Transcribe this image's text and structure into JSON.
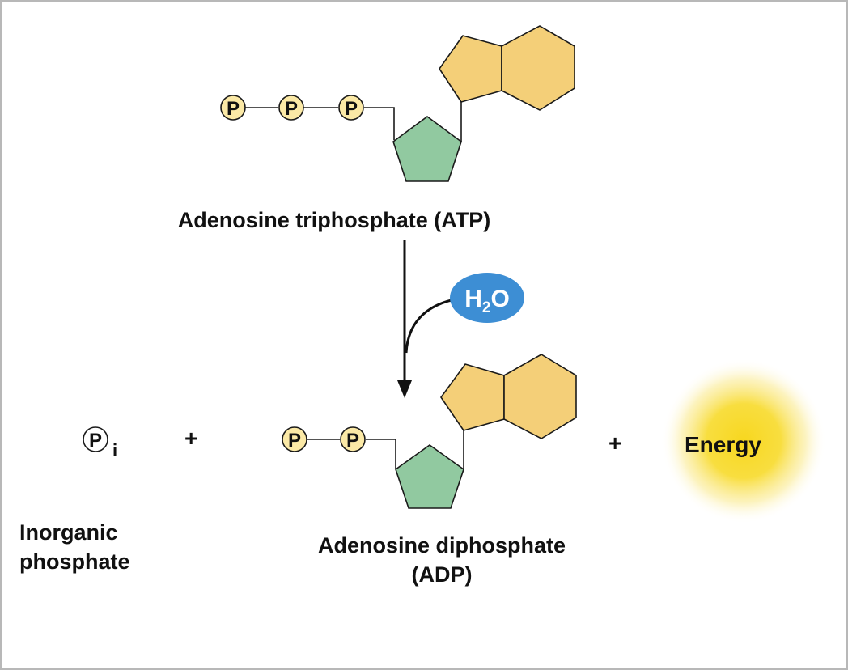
{
  "atp": {
    "name": "Adenosine triphosphate (ATP)",
    "phosphate_symbol": "P",
    "phosphate_count": 3
  },
  "water": {
    "symbol_h": "H",
    "subscript": "2",
    "symbol_o": "O"
  },
  "products": {
    "inorganic_phosphate": {
      "symbol": "P",
      "subscript": "i",
      "label_line1": "Inorganic",
      "label_line2": "phosphate"
    },
    "plus_sign": "+",
    "adp": {
      "label_line1": "Adenosine diphosphate",
      "label_line2": "(ADP)",
      "phosphate_symbol": "P",
      "phosphate_count": 2
    },
    "energy": "Energy"
  },
  "colors": {
    "phosphate_fill": "#fbe9a6",
    "ribose_fill": "#91c9a0",
    "adenine_fill": "#f4cf78",
    "water_fill": "#3d8ed4",
    "energy_glow": "#f7d71f",
    "outline": "#1a1a1a"
  }
}
